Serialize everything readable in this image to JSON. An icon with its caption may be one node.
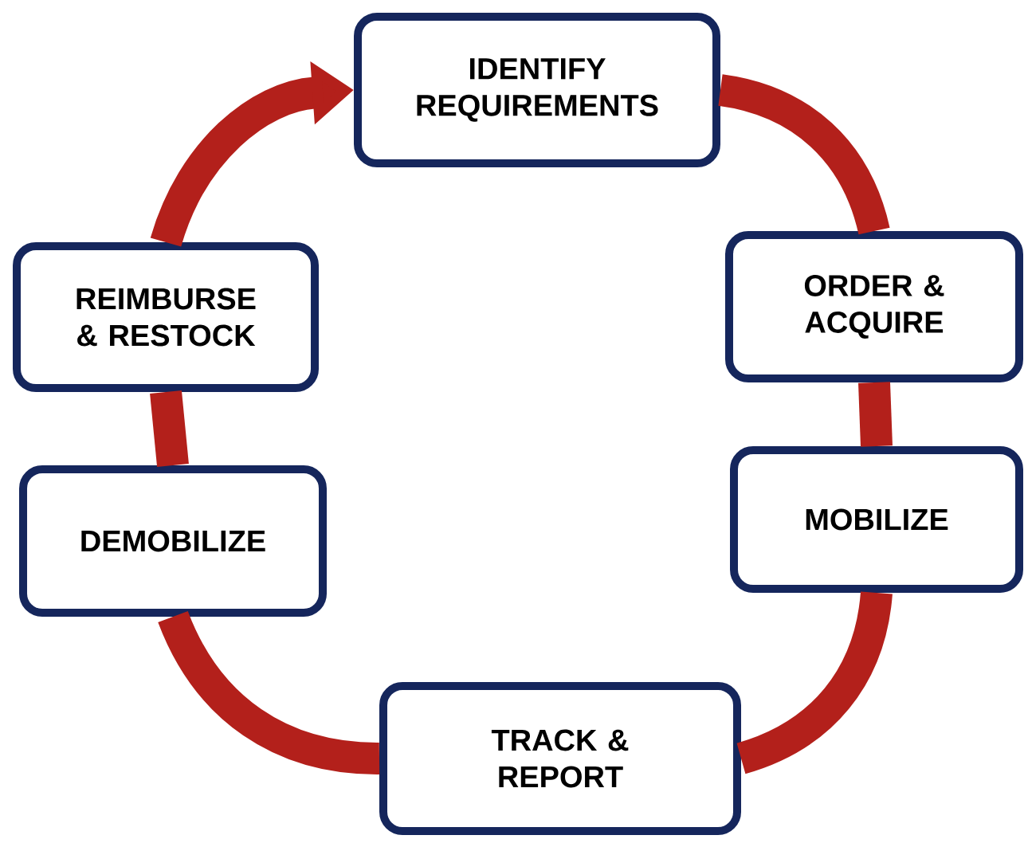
{
  "diagram": {
    "nodes": [
      {
        "text": [
          "IDENTIFY REQUIREMENTS"
        ]
      },
      {
        "text": [
          "ORDER & ACQUIRE"
        ]
      },
      {
        "text": [
          "MOBILIZE"
        ]
      },
      {
        "text": [
          "TRACK & REPORT"
        ]
      },
      {
        "text": [
          "DEMOBILIZE"
        ]
      },
      {
        "text": [
          "REIMBURSE & RESTOCK"
        ]
      }
    ],
    "edges": [
      {
        "from": 0,
        "to": 1,
        "arrow": "none"
      },
      {
        "from": 1,
        "to": 2,
        "arrow": "none"
      },
      {
        "from": 2,
        "to": 3,
        "arrow": "none"
      },
      {
        "from": 3,
        "to": 4,
        "arrow": "none"
      },
      {
        "from": 4,
        "to": 5,
        "arrow": "none"
      },
      {
        "from": 5,
        "to": 0,
        "arrow": "to"
      }
    ]
  }
}
